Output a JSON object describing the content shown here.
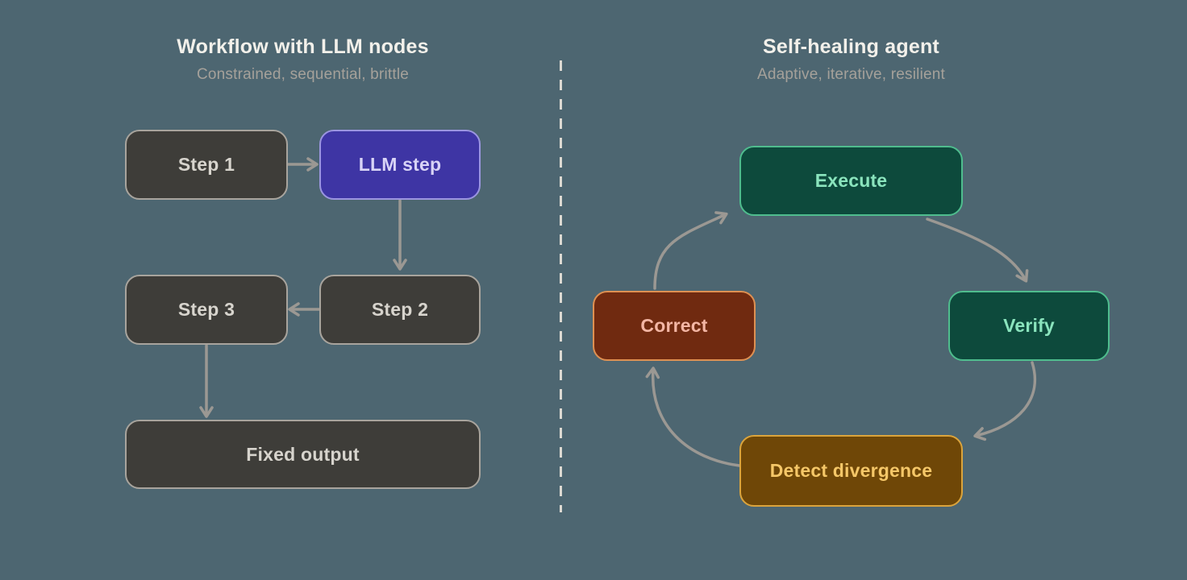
{
  "canvas": {
    "background": "#4d6671",
    "divider_color": "#dcd9d2",
    "arrow_color": "#9b9893"
  },
  "left_panel": {
    "title": "Workflow with LLM nodes",
    "subtitle": "Constrained, sequential, brittle",
    "nodes": {
      "step1": {
        "label": "Step 1",
        "fill": "#3e3d39",
        "border": "#a8a49d",
        "text": "#d7d4cd"
      },
      "llm": {
        "label": "LLM step",
        "fill": "#3e35a4",
        "border": "#9b95e0",
        "text": "#d8d4f6"
      },
      "step3": {
        "label": "Step 3",
        "fill": "#3e3d39",
        "border": "#a8a49d",
        "text": "#d7d4cd"
      },
      "step2": {
        "label": "Step 2",
        "fill": "#3e3d39",
        "border": "#a8a49d",
        "text": "#d7d4cd"
      },
      "fixed": {
        "label": "Fixed output",
        "fill": "#3e3d39",
        "border": "#a8a49d",
        "text": "#d7d4cd"
      }
    },
    "edges": [
      "Step 1 → LLM step",
      "LLM step → Step 2",
      "Step 2 → Step 3",
      "Step 3 → Fixed output"
    ]
  },
  "right_panel": {
    "title": "Self-healing agent",
    "subtitle": "Adaptive, iterative, resilient",
    "nodes": {
      "execute": {
        "label": "Execute",
        "fill": "#0d4a3c",
        "border": "#4fbd8e",
        "text": "#8ae4bd"
      },
      "verify": {
        "label": "Verify",
        "fill": "#0d4a3c",
        "border": "#4fbd8e",
        "text": "#8ae4bd"
      },
      "detect": {
        "label": "Detect divergence",
        "fill": "#6f4707",
        "border": "#dba43c",
        "text": "#f5c768"
      },
      "correct": {
        "label": "Correct",
        "fill": "#702a10",
        "border": "#de9052",
        "text": "#f3b6a4"
      }
    },
    "edges": [
      "Execute → Verify",
      "Verify → Detect divergence",
      "Detect divergence → Correct",
      "Correct → Execute"
    ]
  }
}
